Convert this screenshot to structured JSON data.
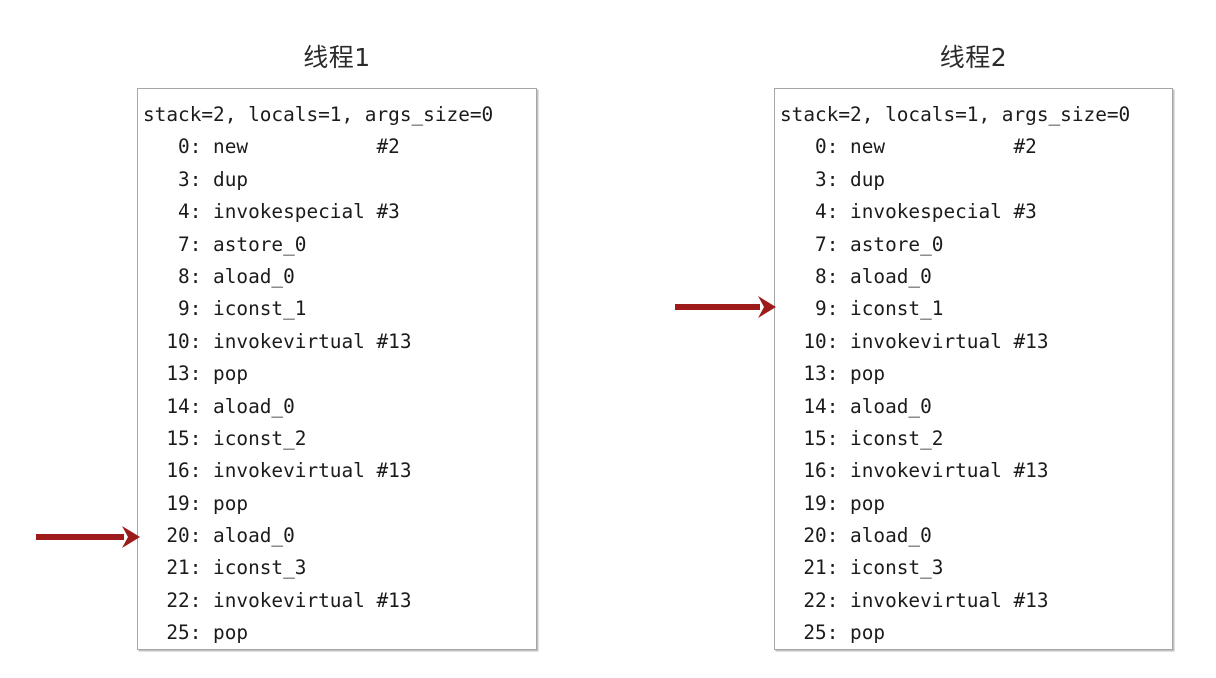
{
  "page": {
    "background_color": "#ffffff",
    "text_color": "#1b1b1b",
    "box_border_color": "#a6a6a6",
    "arrow_color": "#9e1b1b"
  },
  "panels": [
    {
      "id": "thread-1",
      "title": "线程1",
      "code_lines": [
        "stack=2, locals=1, args_size=0",
        "   0: new           #2",
        "   3: dup",
        "   4: invokespecial #3",
        "   7: astore_0",
        "   8: aload_0",
        "   9: iconst_1",
        "  10: invokevirtual #13",
        "  13: pop",
        "  14: aload_0",
        "  15: iconst_2",
        "  16: invokevirtual #13",
        "  19: pop",
        "  20: aload_0",
        "  21: iconst_3",
        "  22: invokevirtual #13",
        "  25: pop"
      ],
      "pointer_target_line": "  20: aload_0"
    },
    {
      "id": "thread-2",
      "title": "线程2",
      "code_lines": [
        "stack=2, locals=1, args_size=0",
        "   0: new           #2",
        "   3: dup",
        "   4: invokespecial #3",
        "   7: astore_0",
        "   8: aload_0",
        "   9: iconst_1",
        "  10: invokevirtual #13",
        "  13: pop",
        "  14: aload_0",
        "  15: iconst_2",
        "  16: invokevirtual #13",
        "  19: pop",
        "  20: aload_0",
        "  21: iconst_3",
        "  22: invokevirtual #13",
        "  25: pop"
      ],
      "pointer_target_line": "   9: iconst_1"
    }
  ],
  "arrows": [
    {
      "id": "arrow-thread-1",
      "points_to": "  20: aload_0",
      "direction": "right",
      "color": "#9e1b1b"
    },
    {
      "id": "arrow-thread-2",
      "points_to": "   9: iconst_1",
      "direction": "right",
      "color": "#9e1b1b"
    }
  ]
}
